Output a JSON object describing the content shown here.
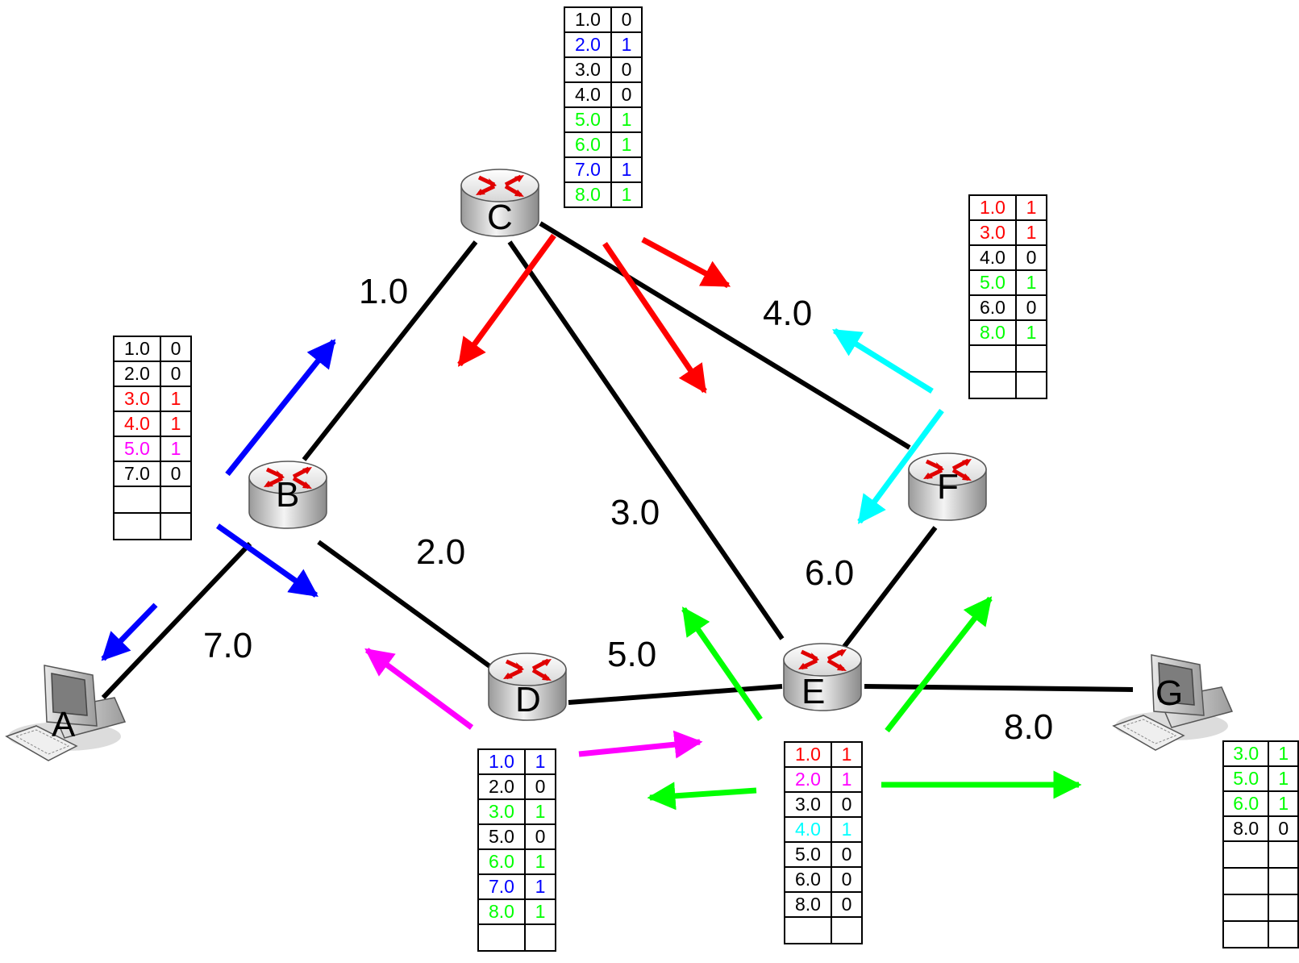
{
  "colors": {
    "black": "#000000",
    "blue": "#0000ff",
    "red": "#ff0000",
    "magenta": "#ff00ff",
    "green": "#00ff00",
    "cyan": "#00ffff"
  },
  "nodes": {
    "A": {
      "label": "A",
      "kind": "computer-icon"
    },
    "B": {
      "label": "B",
      "kind": "router-icon"
    },
    "C": {
      "label": "C",
      "kind": "router-icon"
    },
    "D": {
      "label": "D",
      "kind": "router-icon"
    },
    "E": {
      "label": "E",
      "kind": "router-icon"
    },
    "F": {
      "label": "F",
      "kind": "router-icon"
    },
    "G": {
      "label": "G",
      "kind": "computer-icon"
    }
  },
  "networks": {
    "n1": "1.0",
    "n2": "2.0",
    "n3": "3.0",
    "n4": "4.0",
    "n5": "5.0",
    "n6": "6.0",
    "n7": "7.0",
    "n8": "8.0"
  },
  "tables": {
    "B": {
      "rows": [
        {
          "net": "1.0",
          "hops": "0",
          "color": "black"
        },
        {
          "net": "2.0",
          "hops": "0",
          "color": "black"
        },
        {
          "net": "3.0",
          "hops": "1",
          "color": "red"
        },
        {
          "net": "4.0",
          "hops": "1",
          "color": "red"
        },
        {
          "net": "5.0",
          "hops": "1",
          "color": "magenta"
        },
        {
          "net": "7.0",
          "hops": "0",
          "color": "black"
        }
      ],
      "empty_rows": 2
    },
    "C": {
      "rows": [
        {
          "net": "1.0",
          "hops": "0",
          "color": "black"
        },
        {
          "net": "2.0",
          "hops": "1",
          "color": "blue"
        },
        {
          "net": "3.0",
          "hops": "0",
          "color": "black"
        },
        {
          "net": "4.0",
          "hops": "0",
          "color": "black"
        },
        {
          "net": "5.0",
          "hops": "1",
          "color": "green"
        },
        {
          "net": "6.0",
          "hops": "1",
          "color": "green"
        },
        {
          "net": "7.0",
          "hops": "1",
          "color": "blue"
        },
        {
          "net": "8.0",
          "hops": "1",
          "color": "green"
        }
      ],
      "empty_rows": 0
    },
    "D": {
      "rows": [
        {
          "net": "1.0",
          "hops": "1",
          "color": "blue"
        },
        {
          "net": "2.0",
          "hops": "0",
          "color": "black"
        },
        {
          "net": "3.0",
          "hops": "1",
          "color": "green"
        },
        {
          "net": "5.0",
          "hops": "0",
          "color": "black"
        },
        {
          "net": "6.0",
          "hops": "1",
          "color": "green"
        },
        {
          "net": "7.0",
          "hops": "1",
          "color": "blue"
        },
        {
          "net": "8.0",
          "hops": "1",
          "color": "green"
        }
      ],
      "empty_rows": 1
    },
    "E": {
      "rows": [
        {
          "net": "1.0",
          "hops": "1",
          "color": "red"
        },
        {
          "net": "2.0",
          "hops": "1",
          "color": "magenta"
        },
        {
          "net": "3.0",
          "hops": "0",
          "color": "black"
        },
        {
          "net": "4.0",
          "hops": "1",
          "color": "cyan"
        },
        {
          "net": "5.0",
          "hops": "0",
          "color": "black"
        },
        {
          "net": "6.0",
          "hops": "0",
          "color": "black"
        },
        {
          "net": "8.0",
          "hops": "0",
          "color": "black"
        }
      ],
      "empty_rows": 1
    },
    "F": {
      "rows": [
        {
          "net": "1.0",
          "hops": "1",
          "color": "red"
        },
        {
          "net": "3.0",
          "hops": "1",
          "color": "red"
        },
        {
          "net": "4.0",
          "hops": "0",
          "color": "black"
        },
        {
          "net": "5.0",
          "hops": "1",
          "color": "green"
        },
        {
          "net": "6.0",
          "hops": "0",
          "color": "black"
        },
        {
          "net": "8.0",
          "hops": "1",
          "color": "green"
        }
      ],
      "empty_rows": 2
    },
    "G": {
      "rows": [
        {
          "net": "3.0",
          "hops": "1",
          "color": "green"
        },
        {
          "net": "5.0",
          "hops": "1",
          "color": "green"
        },
        {
          "net": "6.0",
          "hops": "1",
          "color": "green"
        },
        {
          "net": "8.0",
          "hops": "0",
          "color": "black"
        }
      ],
      "empty_rows": 4
    }
  }
}
